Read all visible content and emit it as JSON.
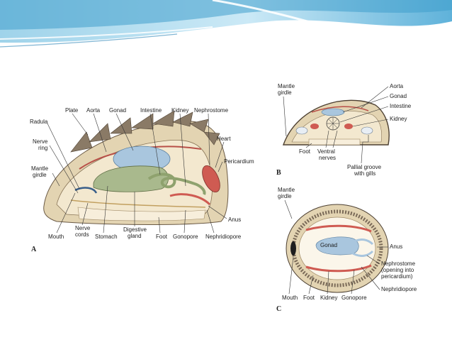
{
  "figure": {
    "panel_a": {
      "letter": "A",
      "labels": {
        "plate": "Plate",
        "aorta": "Aorta",
        "gonad": "Gonad",
        "intestine": "Intestine",
        "kidney": "Kidney",
        "nephrostome": "Nephrostome",
        "radula": "Radula",
        "nerve_ring_1": "Nerve",
        "nerve_ring_2": "ring",
        "mantle_girdle_1": "Mantle",
        "mantle_girdle_2": "girdle",
        "heart": "Heart",
        "pericardium": "Pericardium",
        "anus": "Anus",
        "mouth": "Mouth",
        "nerve_cords_1": "Nerve",
        "nerve_cords_2": "cords",
        "stomach": "Stomach",
        "digestive_gland_1": "Digestive",
        "digestive_gland_2": "gland",
        "foot": "Foot",
        "gonopore": "Gonopore",
        "nephridiopore": "Nephridiopore"
      }
    },
    "panel_b": {
      "letter": "B",
      "labels": {
        "mantle_girdle_1": "Mantle",
        "mantle_girdle_2": "girdle",
        "aorta": "Aorta",
        "gonad": "Gonad",
        "intestine": "Intestine",
        "kidney": "Kidney",
        "foot": "Foot",
        "ventral_nerves_1": "Ventral",
        "ventral_nerves_2": "nerves",
        "pallial_groove_1": "Pallial groove",
        "pallial_groove_2": "with gills"
      }
    },
    "panel_c": {
      "letter": "C",
      "labels": {
        "mantle_girdle_1": "Mantle",
        "mantle_girdle_2": "girdle",
        "gonad": "Gonad",
        "anus": "Anus",
        "nephrostome_1": "Nephrostome",
        "nephrostome_2": "(opening into",
        "nephrostome_3": "pericardium)",
        "mouth": "Mouth",
        "foot": "Foot",
        "kidney": "Kidney",
        "gonopore": "Gonopore",
        "nephridiopore": "Nephridiopore"
      }
    }
  },
  "colors": {
    "banner_light": "#d6eef8",
    "banner_mid": "#7cc3e3",
    "banner_dark": "#3f9fcc",
    "shell": "#7a6a58",
    "mantle": "#d8c9a8",
    "body": "#efe3c6",
    "gonad": "#a9c6de",
    "digestive": "#a9b98d",
    "kidney": "#cf5b52",
    "aorta": "#b85048"
  }
}
